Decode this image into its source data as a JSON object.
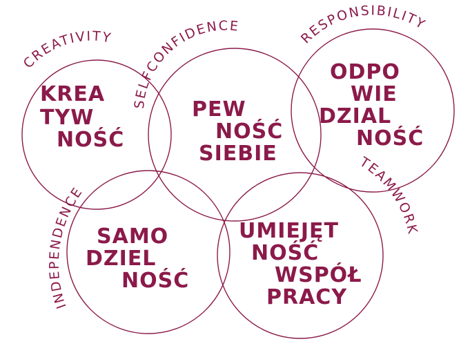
{
  "accent_color": "#8b1a4a",
  "circles": [
    {
      "id": "creativity",
      "english_label": "CREATIVITY",
      "polish_lines": [
        "KREA",
        "TYW",
        "NOŚĆ"
      ]
    },
    {
      "id": "selfconfidence",
      "english_label": "SELFCONFIDENCE",
      "polish_lines": [
        "PEW",
        "NOŚĆ",
        "SIEBIE"
      ]
    },
    {
      "id": "responsibility",
      "english_label": "RESPONSIBILITY",
      "polish_lines": [
        "ODPO",
        "WIE",
        "DZIAL",
        "NOŚĆ"
      ]
    },
    {
      "id": "independence",
      "english_label": "INDEPENDENCE",
      "polish_lines": [
        "SAMO",
        "DZIEL",
        "NOŚĆ"
      ]
    },
    {
      "id": "teamwork",
      "english_label": "TEAMWORK",
      "polish_lines": [
        "UMIEJĘT",
        "NOŚĆ",
        "WSPÓŁ",
        "PRACY"
      ]
    }
  ]
}
